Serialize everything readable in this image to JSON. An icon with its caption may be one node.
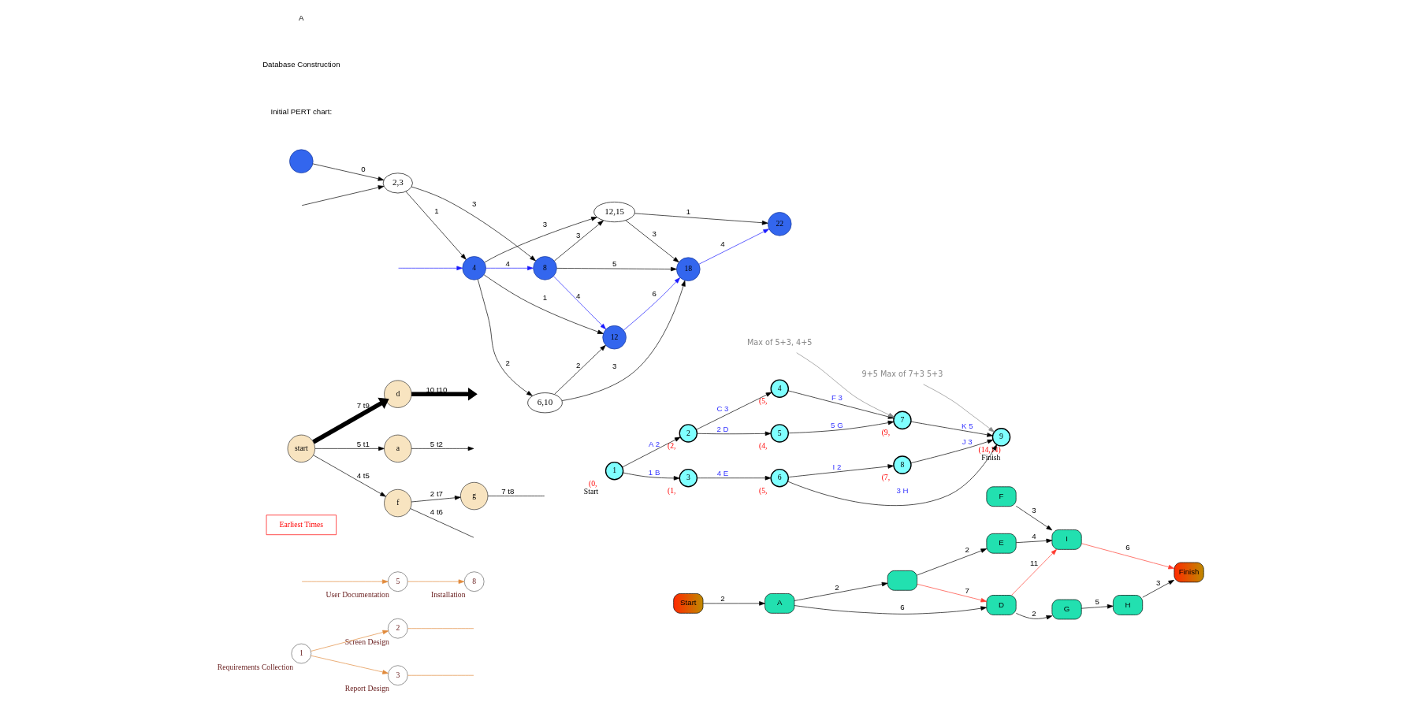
{
  "diagram": {
    "nodes": [
      {
        "text": [
          "1"
        ],
        "beside": [
          "Requirements Collection"
        ]
      },
      {
        "text": [
          "2"
        ],
        "beside": [
          "Screen Design"
        ]
      },
      {
        "text": [
          "3"
        ],
        "beside": [
          "Report Design"
        ]
      },
      {
        "text": [
          "5"
        ],
        "beside": [
          "User Documentation"
        ]
      },
      {
        "text": [
          "8"
        ],
        "beside": [
          "Installation"
        ]
      },
      {
        "text": [
          "Earliest Times"
        ]
      },
      {
        "text": [
          "1"
        ],
        "beside": [
          "(0,",
          "Start"
        ]
      },
      {
        "text": [
          "2"
        ],
        "beside": [
          "(2,"
        ]
      },
      {
        "text": [
          "3"
        ],
        "beside": [
          "(1,"
        ]
      },
      {
        "text": [
          "4"
        ],
        "beside": [
          "(5,"
        ]
      },
      {
        "text": [
          "5"
        ],
        "beside": [
          "(4,"
        ]
      },
      {
        "text": [
          "6"
        ],
        "beside": [
          "(5,"
        ]
      },
      {
        "text": [
          "7"
        ],
        "beside": [
          "(9,"
        ]
      },
      {
        "text": [
          "8"
        ],
        "beside": [
          "(7,"
        ]
      },
      {
        "text": [
          "9"
        ],
        "beside": [
          "(14,14)",
          "Finish"
        ]
      },
      {
        "text": [
          "Max of 5+3, 4+5"
        ]
      },
      {
        "text": [
          "9+5 Max of 7+3 5+3"
        ]
      },
      {
        "text": [
          "Start"
        ]
      },
      {
        "text": [
          "A"
        ]
      },
      {
        "text": [],
        "shape": "box"
      },
      {
        "text": [
          "D"
        ]
      },
      {
        "text": [
          "E"
        ]
      },
      {
        "text": [
          "F"
        ]
      },
      {
        "text": [
          "G"
        ]
      },
      {
        "text": [
          "H"
        ]
      },
      {
        "text": [
          "I"
        ]
      },
      {
        "text": [
          "Finish"
        ]
      },
      {
        "text": [],
        "shape": "circle"
      },
      {
        "text": [
          "2,3"
        ]
      },
      {
        "text": [
          "4"
        ]
      },
      {
        "text": [
          "8"
        ]
      },
      {
        "text": [
          "6,10"
        ]
      },
      {
        "text": [
          "12"
        ]
      },
      {
        "text": [
          "12,15"
        ]
      },
      {
        "text": [
          "18"
        ]
      },
      {
        "text": [
          "22"
        ]
      },
      {
        "text": [
          "start"
        ]
      },
      {
        "text": [
          "d"
        ]
      },
      {
        "text": [
          "a"
        ]
      },
      {
        "text": [
          "f"
        ]
      },
      {
        "text": [
          "g"
        ]
      }
    ],
    "edges": [
      {
        "from": 0,
        "to": 1,
        "arrow": "to",
        "color": "#e08a3c"
      },
      {
        "from": 0,
        "to": 2,
        "arrow": "to",
        "color": "#e08a3c"
      },
      {
        "from": 1,
        "to": null,
        "arrow": "none",
        "color": "#e08a3c"
      },
      {
        "from": 2,
        "to": null,
        "arrow": "none",
        "color": "#e08a3c"
      },
      {
        "from": null,
        "to": 3,
        "arrow": "to",
        "color": "#e08a3c"
      },
      {
        "from": 3,
        "to": 4,
        "arrow": "to",
        "color": "#e08a3c"
      },
      {
        "from": 6,
        "to": 7,
        "arrow": "to",
        "label": "A 2"
      },
      {
        "from": 6,
        "to": 8,
        "arrow": "to",
        "label": "1 B"
      },
      {
        "from": 7,
        "to": 9,
        "arrow": "to",
        "label": "C 3"
      },
      {
        "from": 7,
        "to": 10,
        "arrow": "to",
        "label": "2 D"
      },
      {
        "from": 9,
        "to": 12,
        "arrow": "to",
        "label": "F 3"
      },
      {
        "from": 10,
        "to": 12,
        "arrow": "to",
        "label": "5 G"
      },
      {
        "from": 8,
        "to": 11,
        "arrow": "to",
        "label": "4 E"
      },
      {
        "from": 11,
        "to": 13,
        "arrow": "to",
        "label": "I 2"
      },
      {
        "from": 11,
        "to": 14,
        "arrow": "to",
        "label": "3 H"
      },
      {
        "from": 13,
        "to": 14,
        "arrow": "to",
        "label": "J 3"
      },
      {
        "from": 12,
        "to": 14,
        "arrow": "to",
        "label": "K 5"
      },
      {
        "from": 15,
        "to": 12,
        "arrow": "to",
        "color": "#888888"
      },
      {
        "from": 16,
        "to": 14,
        "arrow": "to",
        "color": "#888888"
      },
      {
        "from": 17,
        "to": 18,
        "arrow": "to",
        "label": "2"
      },
      {
        "from": 18,
        "to": 20,
        "arrow": "to",
        "label": "6"
      },
      {
        "from": 18,
        "to": 19,
        "arrow": "to",
        "label": "2"
      },
      {
        "from": 19,
        "to": 20,
        "arrow": "to",
        "label": "7",
        "color": "#ff3b30"
      },
      {
        "from": 19,
        "to": 21,
        "arrow": "to",
        "label": "2"
      },
      {
        "from": 20,
        "to": 23,
        "arrow": "to",
        "label": "2"
      },
      {
        "from": 23,
        "to": 24,
        "arrow": "to",
        "label": "5"
      },
      {
        "from": 24,
        "to": 26,
        "arrow": "to",
        "label": "3"
      },
      {
        "from": 20,
        "to": 25,
        "arrow": "to",
        "label": "11",
        "color": "#ff3b30"
      },
      {
        "from": 21,
        "to": 25,
        "arrow": "to",
        "label": "4"
      },
      {
        "from": 22,
        "to": 25,
        "arrow": "to",
        "label": "3"
      },
      {
        "from": 25,
        "to": 26,
        "arrow": "to",
        "label": "6",
        "color": "#ff3b30"
      },
      {
        "from": 27,
        "to": 28,
        "arrow": "to",
        "label": "0"
      },
      {
        "from": null,
        "to": 28,
        "arrow": "to"
      },
      {
        "from": null,
        "to": 29,
        "arrow": "to",
        "color": "#1a1aff"
      },
      {
        "from": 28,
        "to": 29,
        "arrow": "to",
        "label": "1"
      },
      {
        "from": 28,
        "to": 30,
        "arrow": "to",
        "label": "3"
      },
      {
        "from": 29,
        "to": 31,
        "arrow": "to",
        "label": "2"
      },
      {
        "from": 29,
        "to": 32,
        "arrow": "to",
        "label": "1"
      },
      {
        "from": 29,
        "to": 33,
        "arrow": "to",
        "label": "3"
      },
      {
        "from": 29,
        "to": 30,
        "arrow": "to",
        "label": "4",
        "color": "#1a1aff"
      },
      {
        "from": 31,
        "to": 32,
        "arrow": "to",
        "label": "2"
      },
      {
        "from": 31,
        "to": 34,
        "arrow": "to",
        "label": "3"
      },
      {
        "from": 32,
        "to": 34,
        "arrow": "to",
        "label": "6",
        "color": "#1a1aff"
      },
      {
        "from": 30,
        "to": 32,
        "arrow": "to",
        "label": "4",
        "color": "#1a1aff"
      },
      {
        "from": 30,
        "to": 34,
        "arrow": "to",
        "label": "5"
      },
      {
        "from": 30,
        "to": 33,
        "arrow": "to",
        "label": "3"
      },
      {
        "from": 33,
        "to": 34,
        "arrow": "to",
        "label": "3"
      },
      {
        "from": 33,
        "to": 35,
        "arrow": "to",
        "label": "1"
      },
      {
        "from": 34,
        "to": 35,
        "arrow": "to",
        "label": "4",
        "color": "#1a1aff"
      },
      {
        "from": 36,
        "to": 37,
        "arrow": "to",
        "label": "7 t9",
        "style": "thick"
      },
      {
        "from": 37,
        "to": null,
        "arrow": "to",
        "label": "10 t10",
        "style": "thick"
      },
      {
        "from": 36,
        "to": 38,
        "arrow": "to",
        "label": "5 t1"
      },
      {
        "from": 38,
        "to": null,
        "arrow": "to",
        "label": "5 t2"
      },
      {
        "from": 36,
        "to": 39,
        "arrow": "to",
        "label": "4 t5"
      },
      {
        "from": 39,
        "to": null,
        "arrow": "none",
        "label": "4 t6"
      },
      {
        "from": 39,
        "to": 40,
        "arrow": "to",
        "label": "2 t7"
      },
      {
        "from": 40,
        "to": null,
        "arrow": "none",
        "label": "7 t8"
      }
    ],
    "labels": [
      "Initial PERT chart:",
      "Database Construction",
      "A"
    ]
  }
}
